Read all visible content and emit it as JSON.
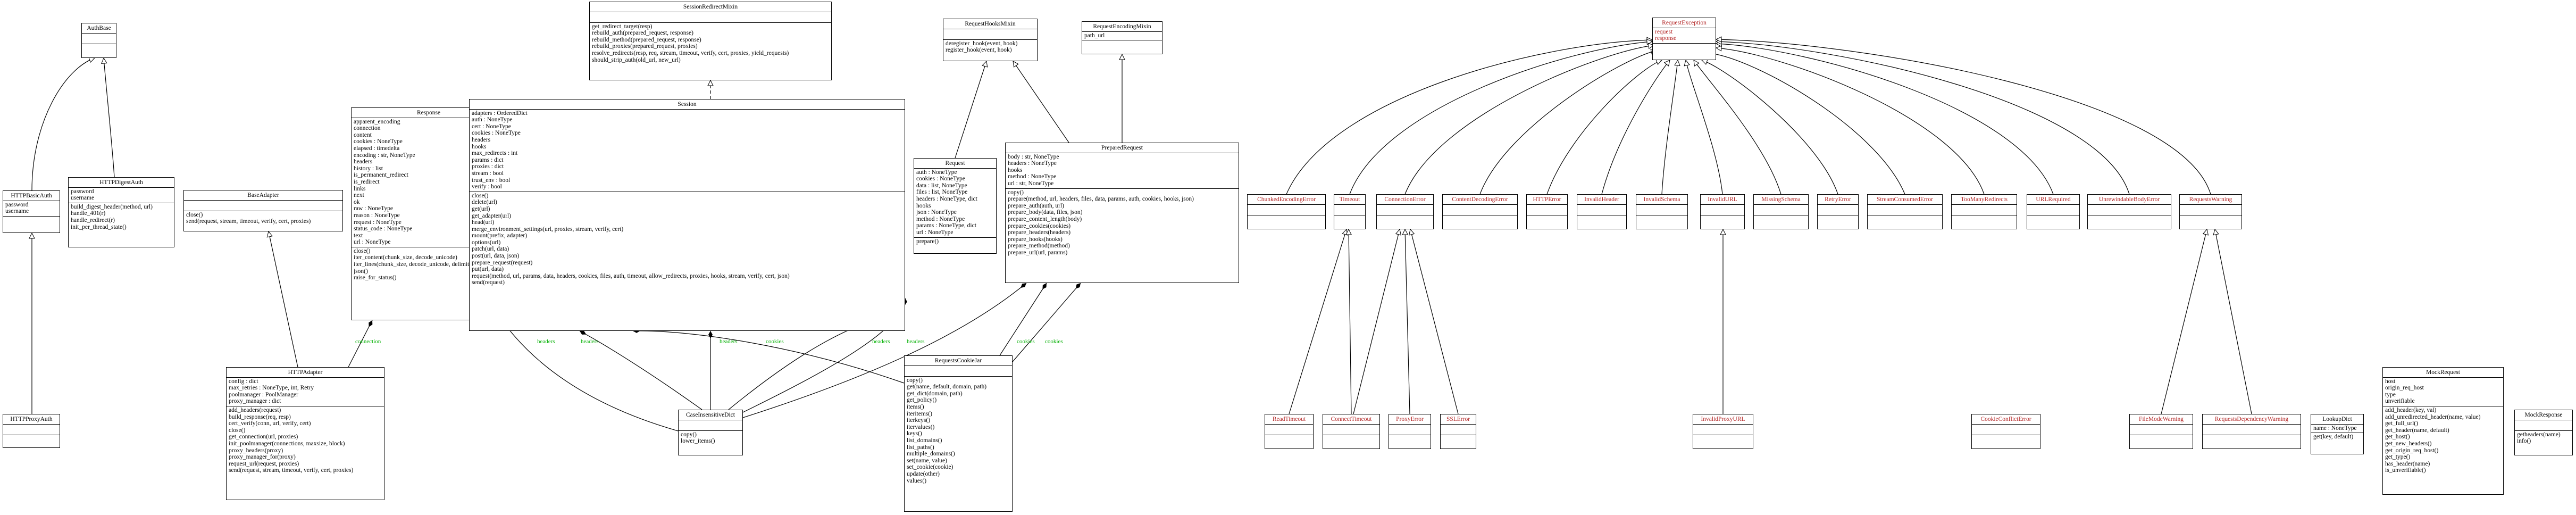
{
  "diagram": {
    "classes": {
      "authbase": {
        "name": "AuthBase",
        "attrs": [],
        "methods": []
      },
      "basicauth": {
        "name": "HTTPBasicAuth",
        "attrs": [
          "password",
          "username"
        ],
        "methods": []
      },
      "digestauth": {
        "name": "HTTPDigestAuth",
        "attrs": [
          "password",
          "username"
        ],
        "methods": [
          "build_digest_header(method, url)",
          "handle_401(r)",
          "handle_redirect(r)",
          "init_per_thread_state()"
        ]
      },
      "proxyauth": {
        "name": "HTTPProxyAuth",
        "attrs": [],
        "methods": []
      },
      "baseadapter": {
        "name": "BaseAdapter",
        "attrs": [],
        "methods": [
          "close()",
          "send(request, stream, timeout, verify, cert, proxies)"
        ]
      },
      "httpadapter": {
        "name": "HTTPAdapter",
        "attrs": [
          "config : dict",
          "max_retries : NoneType, int, Retry",
          "poolmanager : PoolManager",
          "proxy_manager : dict"
        ],
        "methods": [
          "add_headers(request)",
          "build_response(req, resp)",
          "cert_verify(conn, url, verify, cert)",
          "close()",
          "get_connection(url, proxies)",
          "init_poolmanager(connections, maxsize, block)",
          "proxy_headers(proxy)",
          "proxy_manager_for(proxy)",
          "request_url(request, proxies)",
          "send(request, stream, timeout, verify, cert, proxies)"
        ]
      },
      "response": {
        "name": "Response",
        "attrs": [
          "apparent_encoding",
          "connection",
          "content",
          "cookies : NoneType",
          "elapsed : timedelta",
          "encoding : str, NoneType",
          "headers",
          "history : list",
          "is_permanent_redirect",
          "is_redirect",
          "links",
          "next",
          "ok",
          "raw : NoneType",
          "reason : NoneType",
          "request : NoneType",
          "status_code : NoneType",
          "text",
          "url : NoneType"
        ],
        "methods": [
          "close()",
          "iter_content(chunk_size, decode_unicode)",
          "iter_lines(chunk_size, decode_unicode, delimiter)",
          "json()",
          "raise_for_status()"
        ]
      },
      "redirectmixin": {
        "name": "SessionRedirectMixin",
        "attrs": [],
        "methods": [
          "get_redirect_target(resp)",
          "rebuild_auth(prepared_request, response)",
          "rebuild_method(prepared_request, response)",
          "rebuild_proxies(prepared_request, proxies)",
          "resolve_redirects(resp, req, stream, timeout, verify, cert, proxies, yield_requests)",
          "should_strip_auth(old_url, new_url)"
        ]
      },
      "session": {
        "name": "Session",
        "attrs": [
          "adapters : OrderedDict",
          "auth : NoneType",
          "cert : NoneType",
          "cookies : NoneType",
          "headers",
          "hooks",
          "max_redirects : int",
          "params : dict",
          "proxies : dict",
          "stream : bool",
          "trust_env : bool",
          "verify : bool"
        ],
        "methods": [
          "close()",
          "delete(url)",
          "get(url)",
          "get_adapter(url)",
          "head(url)",
          "merge_environment_settings(url, proxies, stream, verify, cert)",
          "mount(prefix, adapter)",
          "options(url)",
          "patch(url, data)",
          "post(url, data, json)",
          "prepare_request(request)",
          "put(url, data)",
          "request(method, url, params, data, headers, cookies, files, auth, timeout, allow_redirects, proxies, hooks, stream, verify, cert, json)",
          "send(request)"
        ]
      },
      "cidict": {
        "name": "CaseInsensitiveDict",
        "attrs": [],
        "methods": [
          "copy()",
          "lower_items()"
        ]
      },
      "hooksmixin": {
        "name": "RequestHooksMixin",
        "attrs": [],
        "methods": [
          "deregister_hook(event, hook)",
          "register_hook(event, hook)"
        ]
      },
      "encodingmixin": {
        "name": "RequestEncodingMixin",
        "attrs": [
          "path_url"
        ],
        "methods": []
      },
      "request": {
        "name": "Request",
        "attrs": [
          "auth : NoneType",
          "cookies : NoneType",
          "data : list, NoneType",
          "files : list, NoneType",
          "headers : NoneType, dict",
          "hooks",
          "json : NoneType",
          "method : NoneType",
          "params : NoneType, dict",
          "url : NoneType"
        ],
        "methods": [
          "prepare()"
        ]
      },
      "prepared": {
        "name": "PreparedRequest",
        "attrs": [
          "body : str, NoneType",
          "headers : NoneType",
          "hooks",
          "method : NoneType",
          "url : str, NoneType"
        ],
        "methods": [
          "copy()",
          "prepare(method, url, headers, files, data, params, auth, cookies, hooks, json)",
          "prepare_auth(auth, url)",
          "prepare_body(data, files, json)",
          "prepare_content_length(body)",
          "prepare_cookies(cookies)",
          "prepare_headers(headers)",
          "prepare_hooks(hooks)",
          "prepare_method(method)",
          "prepare_url(url, params)"
        ]
      },
      "cookiejar": {
        "name": "RequestsCookieJar",
        "attrs": [],
        "methods": [
          "copy()",
          "get(name, default, domain, path)",
          "get_dict(domain, path)",
          "get_policy()",
          "items()",
          "iteritems()",
          "iterkeys()",
          "itervalues()",
          "keys()",
          "list_domains()",
          "list_paths()",
          "multiple_domains()",
          "set(name, value)",
          "set_cookie(cookie)",
          "update(other)",
          "values()"
        ]
      },
      "reqexc": {
        "name": "RequestException",
        "attrs": [
          "request",
          "response"
        ],
        "methods": []
      },
      "chunked": {
        "name": "ChunkedEncodingError",
        "attrs": [],
        "methods": []
      },
      "timeout": {
        "name": "Timeout",
        "attrs": [],
        "methods": []
      },
      "connerr": {
        "name": "ConnectionError",
        "attrs": [],
        "methods": []
      },
      "contentdec": {
        "name": "ContentDecodingError",
        "attrs": [],
        "methods": []
      },
      "httperr": {
        "name": "HTTPError",
        "attrs": [],
        "methods": []
      },
      "invheader": {
        "name": "InvalidHeader",
        "attrs": [],
        "methods": []
      },
      "invschema": {
        "name": "InvalidSchema",
        "attrs": [],
        "methods": []
      },
      "invurl": {
        "name": "InvalidURL",
        "attrs": [],
        "methods": []
      },
      "missschema": {
        "name": "MissingSchema",
        "attrs": [],
        "methods": []
      },
      "retryerr": {
        "name": "RetryError",
        "attrs": [],
        "methods": []
      },
      "streamcons": {
        "name": "StreamConsumedError",
        "attrs": [],
        "methods": []
      },
      "toomany": {
        "name": "TooManyRedirects",
        "attrs": [],
        "methods": []
      },
      "urlreq": {
        "name": "URLRequired",
        "attrs": [],
        "methods": []
      },
      "unrewind": {
        "name": "UnrewindableBodyError",
        "attrs": [],
        "methods": []
      },
      "reqwarn": {
        "name": "RequestsWarning",
        "attrs": [],
        "methods": []
      },
      "readtimeout": {
        "name": "ReadTimeout",
        "attrs": [],
        "methods": []
      },
      "conntimeout": {
        "name": "ConnectTimeout",
        "attrs": [],
        "methods": []
      },
      "proxyerr": {
        "name": "ProxyError",
        "attrs": [],
        "methods": []
      },
      "sslerr": {
        "name": "SSLError",
        "attrs": [],
        "methods": []
      },
      "invproxy": {
        "name": "InvalidProxyURL",
        "attrs": [],
        "methods": []
      },
      "cookieconflict": {
        "name": "CookieConflictError",
        "attrs": [],
        "methods": []
      },
      "filemode": {
        "name": "FileModeWarning",
        "attrs": [],
        "methods": []
      },
      "depwarn": {
        "name": "RequestsDependencyWarning",
        "attrs": [],
        "methods": []
      },
      "lookupdict": {
        "name": "LookupDict",
        "attrs": [
          "name : NoneType"
        ],
        "methods": [
          "get(key, default)"
        ]
      },
      "mockreq": {
        "name": "MockRequest",
        "attrs": [
          "host",
          "origin_req_host",
          "type",
          "unverifiable"
        ],
        "methods": [
          "add_header(key, val)",
          "add_unredirected_header(name, value)",
          "get_full_url()",
          "get_header(name, default)",
          "get_host()",
          "get_new_headers()",
          "get_origin_req_host()",
          "get_type()",
          "has_header(name)",
          "is_unverifiable()"
        ]
      },
      "mockresp": {
        "name": "MockResponse",
        "attrs": [],
        "methods": [
          "getheaders(name)",
          "info()"
        ]
      }
    },
    "edge_labels": [
      "connection",
      "headers",
      "headers",
      "headers",
      "cookies",
      "headers",
      "headers",
      "cookies",
      "cookies"
    ]
  }
}
